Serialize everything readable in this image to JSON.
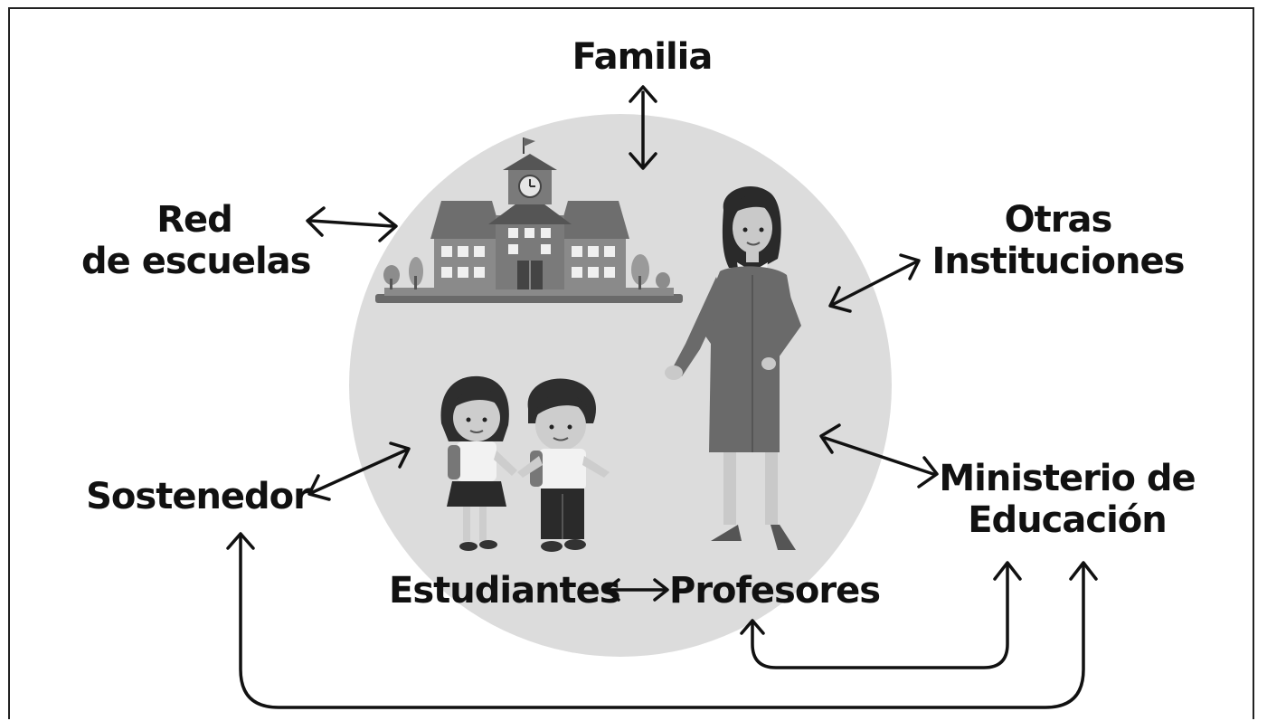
{
  "nodes": {
    "familia": "Familia",
    "red_line1": "Red",
    "red_line2": "de escuelas",
    "otras_line1": "Otras",
    "otras_line2": "Instituciones",
    "sostenedor": "Sostenedor",
    "ministerio_line1": "Ministerio de",
    "ministerio_line2": "Educación",
    "estudiantes": "Estudiantes",
    "profesores": "Profesores"
  },
  "illustrations": [
    "school-building-icon",
    "teacher-figure",
    "girl-student-figure",
    "boy-student-figure"
  ],
  "colors": {
    "circle": "#dcdcdc",
    "arrow": "#111111",
    "text": "#111111"
  }
}
